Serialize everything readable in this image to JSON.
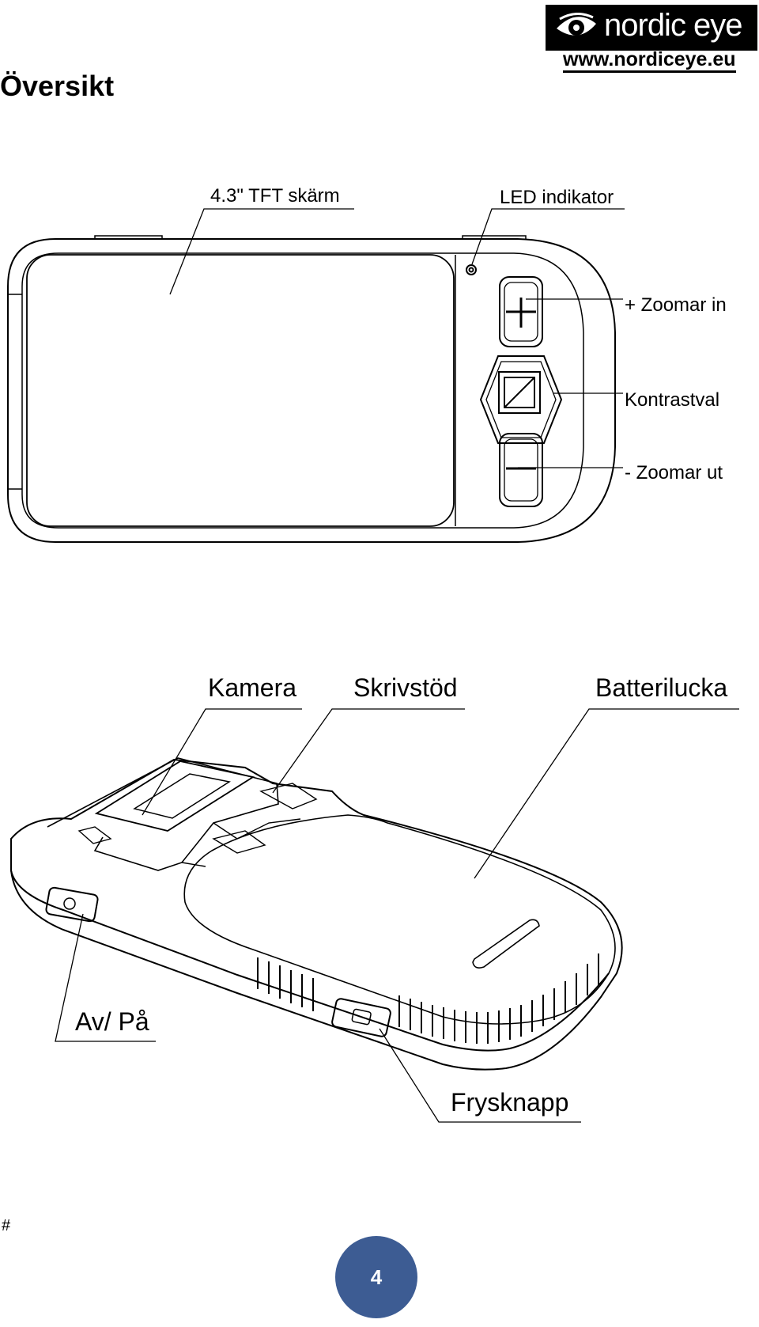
{
  "page": {
    "title": "Översikt",
    "footer_mark": "#",
    "page_number": "4"
  },
  "logo": {
    "name": "nordic eye",
    "url": "www.nordiceye.eu"
  },
  "front_view": {
    "labels": {
      "screen": "4.3\" TFT skärm",
      "led": "LED indikator",
      "zoom_in": "+ Zoomar in",
      "contrast": "Kontrastval",
      "zoom_out": "- Zoomar ut"
    }
  },
  "back_view": {
    "labels": {
      "camera": "Kamera",
      "stand": "Skrivstöd",
      "battery": "Batterilucka",
      "power": "Av/ På",
      "freeze": "Frysknapp"
    }
  },
  "colors": {
    "page_badge": "#3d5c93",
    "line": "#000000"
  }
}
